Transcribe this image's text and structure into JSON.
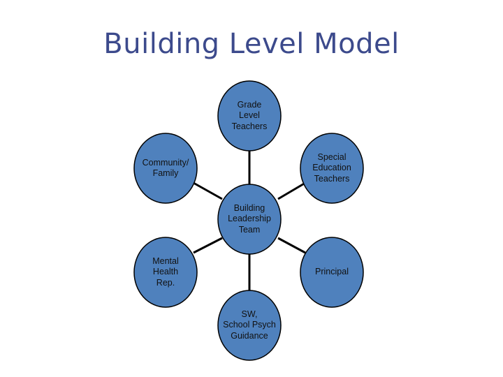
{
  "title": "Building Level Model",
  "colors": {
    "node_fill": "#4f81bd",
    "node_stroke": "#000000",
    "connector": "#000000",
    "title": "#3c4a8c"
  },
  "nodes": {
    "center": {
      "label": "Building\nLeadership\nTeam"
    },
    "top": {
      "label": "Grade\nLevel\nTeachers"
    },
    "top_left": {
      "label": "Community/\nFamily"
    },
    "top_right": {
      "label": "Special\nEducation\nTeachers"
    },
    "bottom_left": {
      "label": "Mental\nHealth\nRep."
    },
    "bottom_right": {
      "label": "Principal"
    },
    "bottom": {
      "label": "SW,\nSchool Psych\nGuidance"
    }
  }
}
